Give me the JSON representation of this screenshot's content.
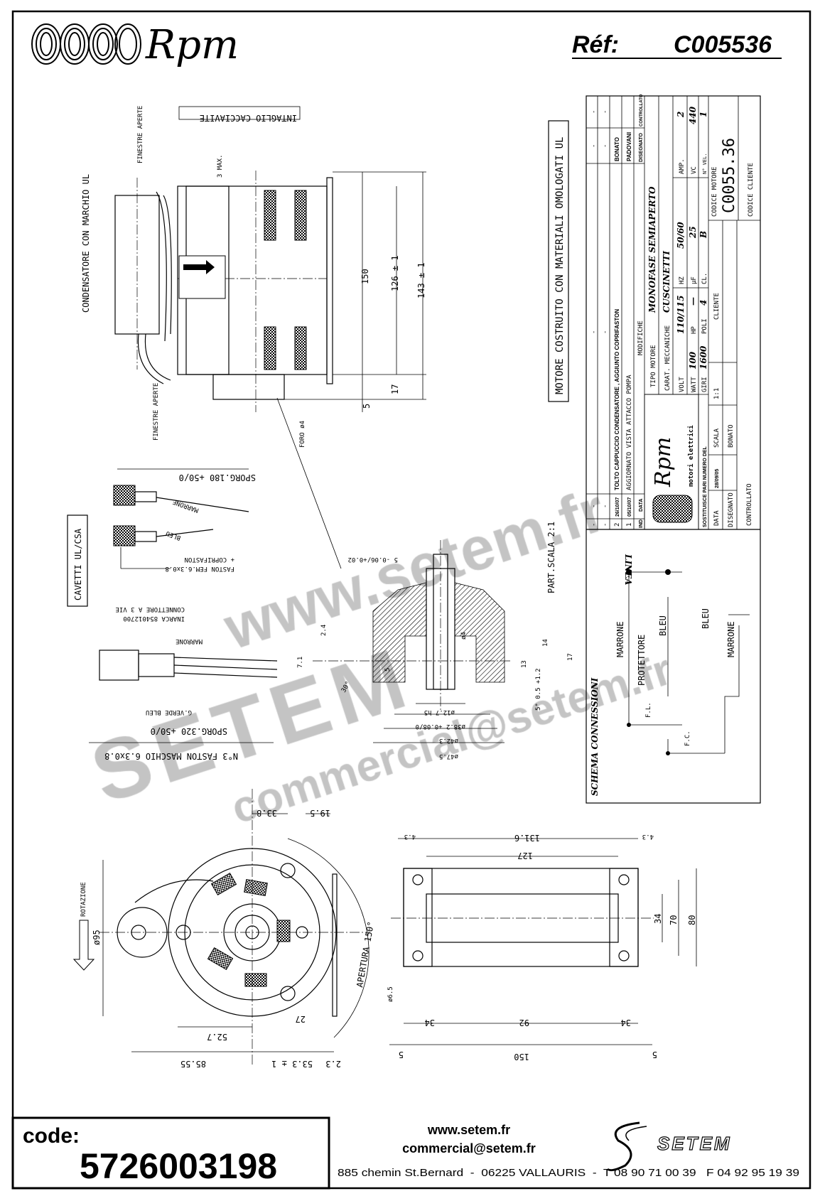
{
  "header": {
    "brand": "Rpm",
    "ref_label": "Réf:",
    "ref_value": "C005536"
  },
  "side_view": {
    "capacitor_note": "CONDENSATORE CON MARCHIO UL",
    "windows_top": "FINESTRE APERTE",
    "windows_bottom": "FINESTRE APERTE",
    "slot": "INTAGLIO CACCIAVITE",
    "max": "3 MAX.",
    "hole": "FORO ø4",
    "dims": {
      "d150": "150",
      "d126": "126 ± 1",
      "d143": "143 ± 1",
      "d17": "17",
      "d5": "5"
    }
  },
  "ul_note": "MOTORE COSTRUITO CON MATERIALI OMOLOGATI UL",
  "cables": {
    "title": "CAVETTI UL/CSA",
    "sporg180": "SPORG.180 +50/0",
    "marrone1": "MARRONE",
    "bleu1": "BLEU",
    "coprifaston": "+ COPRIFASTON",
    "faston_fem": "FASTON FEM.6.3x0.8",
    "connettore": "CONNETTORE A 3 VIE",
    "inarca": "INARCA 854012700",
    "marrone2": "MARRONE",
    "verde_bleu": "G.VERDE   BLEU",
    "sporg320": "SPORG.320 +50/0",
    "faston_maschio": "N°3 FASTON MASCHIO 6.3x0.8"
  },
  "detail": {
    "scale": "PART.SCALA 2:1",
    "d5tol": "5 -0.06/+0.02",
    "d127": "ø12.7 h5",
    "d382": "ø38.2 +0.08/0",
    "d423": "ø42.3",
    "d475": "ø47.5",
    "d24": "2.4",
    "d71": "7.1",
    "d5": "5",
    "d4": "ø4",
    "d13": "13",
    "d14": "14",
    "d17": "17",
    "angle": "5° 0.5 +1.2",
    "a30": "30°"
  },
  "front_view": {
    "d338": "33.8",
    "d195": "19.5",
    "d95": "ø95",
    "rotation": "ROTAZIONE",
    "opening": "APERTURA 150°",
    "d527": "52.7",
    "d27": "27",
    "d8555": "85.55",
    "d533": "53.3 ± 1",
    "d23": "2.3"
  },
  "base_view": {
    "d1316": "131.6",
    "d127": "127",
    "d43a": "4.3",
    "d43b": "4.3",
    "d34v": "34",
    "d70": "70",
    "d80": "80",
    "d65": "ø6.5",
    "d34a": "34",
    "d92": "92",
    "d34b": "34",
    "d5a": "5",
    "d150": "150",
    "d5b": "5"
  },
  "schema": {
    "title": "SCHEMA CONNESSIONI",
    "linea": "LINEA",
    "marrone": "MARRONE",
    "protettore": "PROTETTORE",
    "bleu": "BLEU",
    "bleu2": "BLEU",
    "marrone2": "MARRONE",
    "fl": "F.L.",
    "fc": "F.C."
  },
  "title_block": {
    "revisions": [
      {
        "ind": "-",
        "data": "-",
        "mod": "-",
        "dis": "-",
        "con": "-"
      },
      {
        "ind": "-",
        "data": "-",
        "mod": "-",
        "dis": "-",
        "con": "-"
      },
      {
        "ind": "2",
        "data": "26/10/07",
        "mod": "TOLTO CAPPUCCIO CONDENSATORE , AGGIUNTO COPRIFASTON",
        "dis": "BONATO",
        "con": ""
      },
      {
        "ind": "1",
        "data": "05/10/07",
        "mod": "AGGIORNATO VISTA ATTACCO POMPA",
        "dis": "PADOVANI",
        "con": ""
      }
    ],
    "head": {
      "ind": "IND",
      "data": "DATA",
      "mod": "MODIFICHE",
      "dis": "DISEGNATO",
      "con": "CONTROLLATO"
    },
    "logo_brand": "Rpm",
    "logo_sub": "motori elettrici",
    "tipo_label": "TIPO MOTORE",
    "tipo": "MONOFASE SEMIAPERTO",
    "carat_label": "CARAT. MECCANICHE",
    "carat": "CUSCINETTI",
    "volt_label": "VOLT",
    "volt": "110/115",
    "hz_label": "HZ",
    "hz": "50/60",
    "amp_label": "AMP.",
    "amp": "2",
    "watt_label": "WATT",
    "watt": "100",
    "hp_label": "HP",
    "hp": "—",
    "uf_label": "µF",
    "uf": "25",
    "vc_label": "VC",
    "vc": "440",
    "giri_label": "GIRI",
    "giri": "1600",
    "poli_label": "POLI",
    "poli": "4",
    "cl_label": "CL.",
    "cl": "B",
    "vel_label": "N° VEL.",
    "vel": "1",
    "sostituisce": "SOSTITUISCE PARI NUMERO DEL",
    "data_label": "DATA",
    "data": "28/09/05",
    "scala_label": "SCALA",
    "scala": "1:1",
    "disegnato_label": "DISEGNATO",
    "disegnato": "BONATO",
    "controllato_label": "CONTROLLATO",
    "cliente_label": "CLIENTE",
    "codice_motore_label": "CODICE MOTORE",
    "codice_motore": "C0055.36",
    "codice_cliente_label": "CODICE CLIENTE"
  },
  "watermark": {
    "line1": "www.setem.fr",
    "line2": "SETEM",
    "line3": "commercial@setem.fr"
  },
  "footer": {
    "code_label": "code:",
    "code": "5726003198",
    "website": "www.setem.fr",
    "email": "commercial@setem.fr",
    "company": "SETEM",
    "address": "885 chemin St.Bernard  -  06225 VALLAURIS  -  T 08 90 71 00 39   F 04 92 95 19 39"
  }
}
